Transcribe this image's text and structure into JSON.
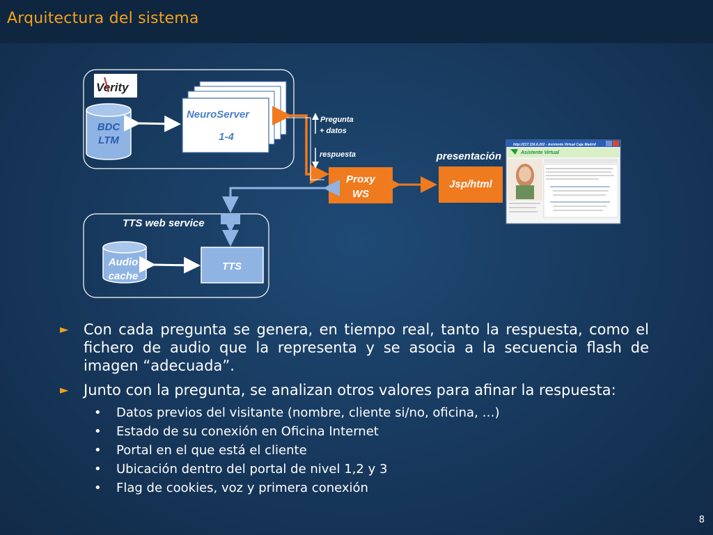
{
  "slide": {
    "title": "Arquitectura del sistema",
    "page_number": "8"
  },
  "diagram": {
    "verity_logo": "Verity",
    "bdc_line1": "BDC",
    "bdc_line2": "LTM",
    "neuroserver_line1": "NeuroServer",
    "neuroserver_line2": "1-4",
    "pregunta_line1": "Pregunta",
    "pregunta_line2": "+ datos",
    "respuesta": "respuesta",
    "proxy_line1": "Proxy",
    "proxy_line2": "WS",
    "presentacion": "presentación",
    "jsp": "Jsp/html",
    "tts_service": "TTS web service",
    "audio_line1": "Audio",
    "audio_line2": "cache",
    "tts": "TTS",
    "screenshot": {
      "title": "http://217.116.6.202 - Asistente Virtual Caja Madrid",
      "brand": "Asistente Virtual"
    }
  },
  "colors": {
    "accent": "#f3a21c",
    "orange_box": "#f07a1e",
    "blue_box": "#8fb4e3",
    "background": "#17385c"
  },
  "bullets": [
    {
      "text": "Con cada pregunta se genera, en tiempo real, tanto la respuesta, como el fichero de audio que la representa y se asocia a la secuencia flash de imagen “adecuada”.",
      "sub": []
    },
    {
      "text": "Junto con la pregunta, se analizan otros valores para afinar la respuesta:",
      "sub": [
        "Datos previos del visitante (nombre, cliente si/no, oficina, …)",
        "Estado de su conexión en Oficina Internet",
        "Portal en el que está el cliente",
        "Ubicación dentro del portal de nivel 1,2 y 3",
        "Flag de cookies, voz y primera conexión"
      ]
    }
  ]
}
